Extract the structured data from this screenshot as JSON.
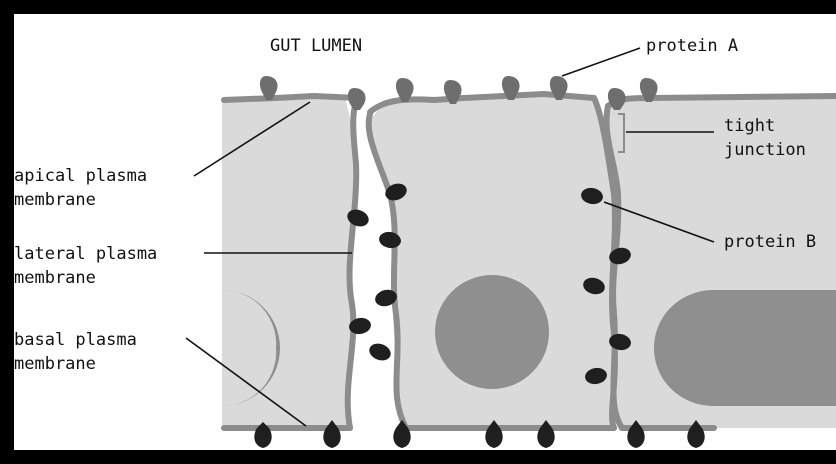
{
  "labels": {
    "gut_lumen": "GUT LUMEN",
    "protein_a": "protein A",
    "tight_junction": [
      "tight",
      "junction"
    ],
    "apical_membrane": [
      "apical plasma",
      "membrane"
    ],
    "protein_b": "protein B",
    "lateral_membrane": [
      "lateral plasma",
      "membrane"
    ],
    "basal_membrane": [
      "basal plasma",
      "membrane"
    ]
  },
  "colors": {
    "background": "#000000",
    "panel": "#ffffff",
    "cytoplasm": "#dadada",
    "membrane": "#8c8c8c",
    "nucleus": "#8f8f8f",
    "protein_a": "#6e6e6e",
    "protein_b": "#1f1f1f",
    "leader_line": "#111111"
  }
}
